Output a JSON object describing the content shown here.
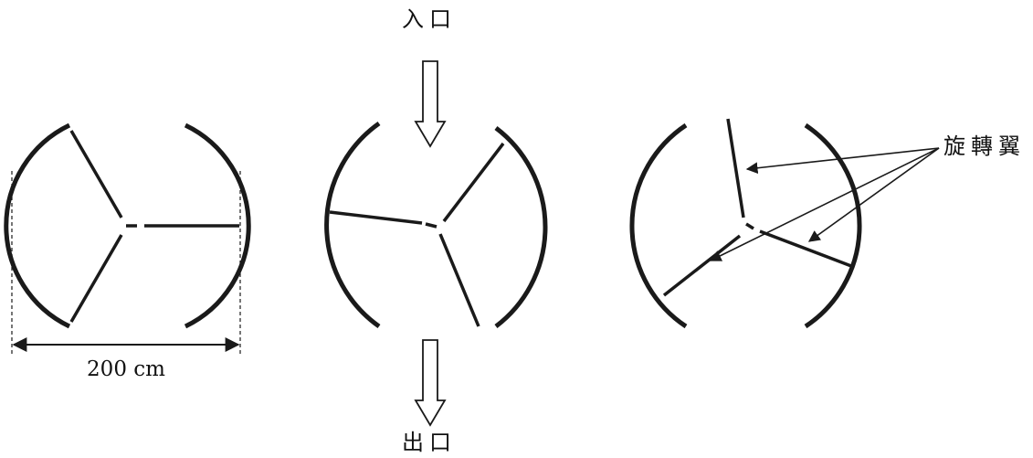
{
  "labels": {
    "entrance": "入口",
    "exit": "出口",
    "blades": "旋轉翼",
    "width": "200 cm"
  },
  "colors": {
    "stroke": "#1a1a1a",
    "text": "#111111"
  }
}
